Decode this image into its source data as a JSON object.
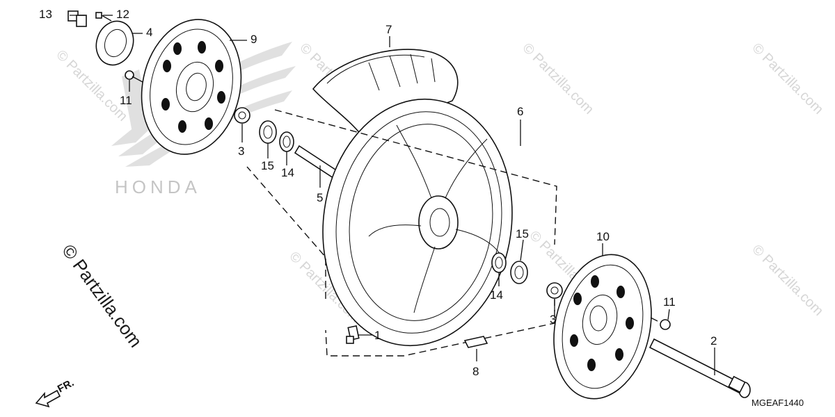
{
  "callouts": {
    "c1": "1",
    "c2": "2",
    "c3a": "3",
    "c3b": "3",
    "c4": "4",
    "c5": "5",
    "c6": "6",
    "c7": "7",
    "c8": "8",
    "c9": "9",
    "c10": "10",
    "c11a": "11",
    "c11b": "11",
    "c12": "12",
    "c13": "13",
    "c14a": "14",
    "c14b": "14",
    "c15a": "15",
    "c15b": "15"
  },
  "watermark": {
    "side_text": "© Partzilla.com",
    "small_text": "© Partzilla.com",
    "brand_text": "HONDA"
  },
  "diagram_code": "MGEAF1440",
  "direction_label": "FR.",
  "colors": {
    "ink": "#111111",
    "watermark": "#d6d6d6",
    "background": "#ffffff"
  }
}
